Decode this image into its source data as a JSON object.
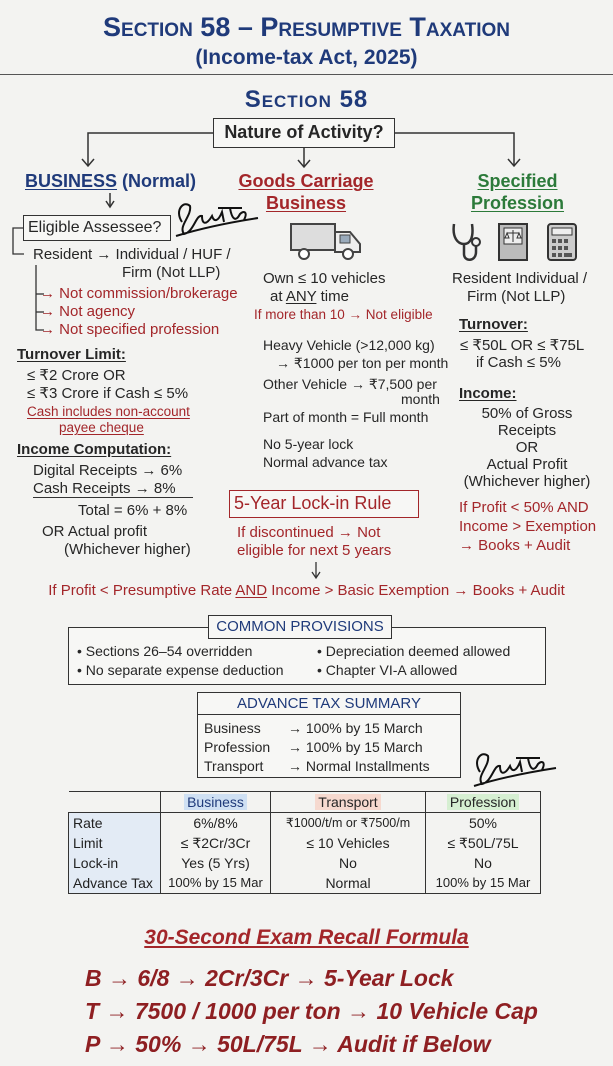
{
  "header": {
    "title": "Section 58 – Presumptive Taxation",
    "subtitle": "(Income-tax Act, 2025)"
  },
  "section_heading": "Section 58",
  "question": "Nature of Activity?",
  "business": {
    "title": "BUSINESS",
    "title_suffix": "(Normal)",
    "eligible_box": "Eligible Assessee?",
    "resident_line1": "Resident → Individual / HUF /",
    "resident_line2": "Firm (Not LLP)",
    "exclusions": [
      "→ Not commission/brokerage",
      "→ Not agency",
      "→ Not specified profession"
    ],
    "turnover_label": "Turnover Limit:",
    "turnover_lines": [
      "≤ ₹2 Crore OR",
      "≤ ₹3 Crore if Cash ≤ 5%"
    ],
    "cash_note_1": "Cash includes non-account",
    "cash_note_2": "payee cheque",
    "income_label": "Income Computation:",
    "income_lines": [
      "Digital Receipts → 6%",
      "Cash Receipts  →  8%"
    ],
    "total": "Total = 6% + 8%",
    "or_actual": "OR  Actual profit",
    "whichever": "(Whichever higher)"
  },
  "goods": {
    "title_1": "Goods Carriage",
    "title_2": "Business",
    "icon": "truck-icon",
    "own_1": "Own ≤ 10 vehicles",
    "own_2_pre": "at ",
    "own_2_u": "ANY",
    "own_2_post": " time",
    "more_than": "If more than 10 → Not eligible",
    "heavy_1": "Heavy Vehicle (>12,000 kg)",
    "heavy_2": "→ ₹1000 per ton per month",
    "other_1": "Other Vehicle → ₹7,500 per",
    "other_2": "month",
    "part": "Part of month = Full month",
    "no_lock": "No 5-year lock",
    "normal_adv": "Normal advance tax",
    "lock_title": "5-Year Lock-in Rule",
    "lock_1": "If discontinued → Not",
    "lock_2": "eligible for next 5 years"
  },
  "profession": {
    "title_1": "Specified",
    "title_2": "Profession",
    "icons": [
      "stethoscope-icon",
      "law-book-icon",
      "calculator-icon"
    ],
    "resident_1": "Resident Individual /",
    "resident_2": "Firm (Not LLP)",
    "turnover_label": "Turnover:",
    "turnover_1": "≤ ₹50L OR ≤ ₹75L",
    "turnover_2": "if Cash ≤ 5%",
    "income_label": "Income:",
    "income_lines": [
      "50% of Gross",
      "Receipts",
      "OR",
      "Actual Profit",
      "(Whichever higher)"
    ],
    "audit_1": "If Profit < 50% AND",
    "audit_2": "Income > Exemption",
    "audit_3": "→ Books + Audit"
  },
  "audit_rule": {
    "pre": "If Profit < Presumptive Rate ",
    "and": "AND",
    "post": " Income > Basic Exemption → Books + Audit"
  },
  "common": {
    "title": "COMMON PROVISIONS",
    "items": [
      "• Sections 26–54 overridden",
      "• Depreciation deemed allowed",
      "• No separate expense deduction",
      "• Chapter VI-A allowed"
    ]
  },
  "advance": {
    "title": "ADVANCE TAX SUMMARY",
    "rows": [
      [
        "Business",
        "→ 100% by 15 March"
      ],
      [
        "Profession",
        "→ 100% by 15 March"
      ],
      [
        "Transport",
        "→ Normal Installments"
      ]
    ]
  },
  "table": {
    "headers": [
      "Business",
      "Transport",
      "Profession"
    ],
    "header_colors": [
      "#cfe0f3",
      "#f6d9cf",
      "#d6efd2"
    ],
    "row_labels": [
      "Rate",
      "Limit",
      "Lock-in",
      "Advance Tax"
    ],
    "columns": [
      [
        "6%/8%",
        "≤ ₹2Cr/3Cr",
        "Yes (5 Yrs)",
        "100% by 15 Mar"
      ],
      [
        "₹1000/t/m or ₹7500/m",
        "≤ 10 Vehicles",
        "No",
        "Normal"
      ],
      [
        "50%",
        "≤ ₹50L/75L",
        "No",
        "100% by 15 Mar"
      ]
    ]
  },
  "formula": {
    "title": "30-Second Exam Recall Formula",
    "lines": [
      "B → 6/8 → 2Cr/3Cr → 5-Year Lock",
      "T → 7500 / 1000 per ton → 10 Vehicle Cap",
      "P → 50% → 50L/75L → Audit if Below"
    ]
  },
  "signature": "Sudip",
  "colors": {
    "navy": "#1f3a7a",
    "red": "#a3262a",
    "green": "#2c7a3a"
  }
}
